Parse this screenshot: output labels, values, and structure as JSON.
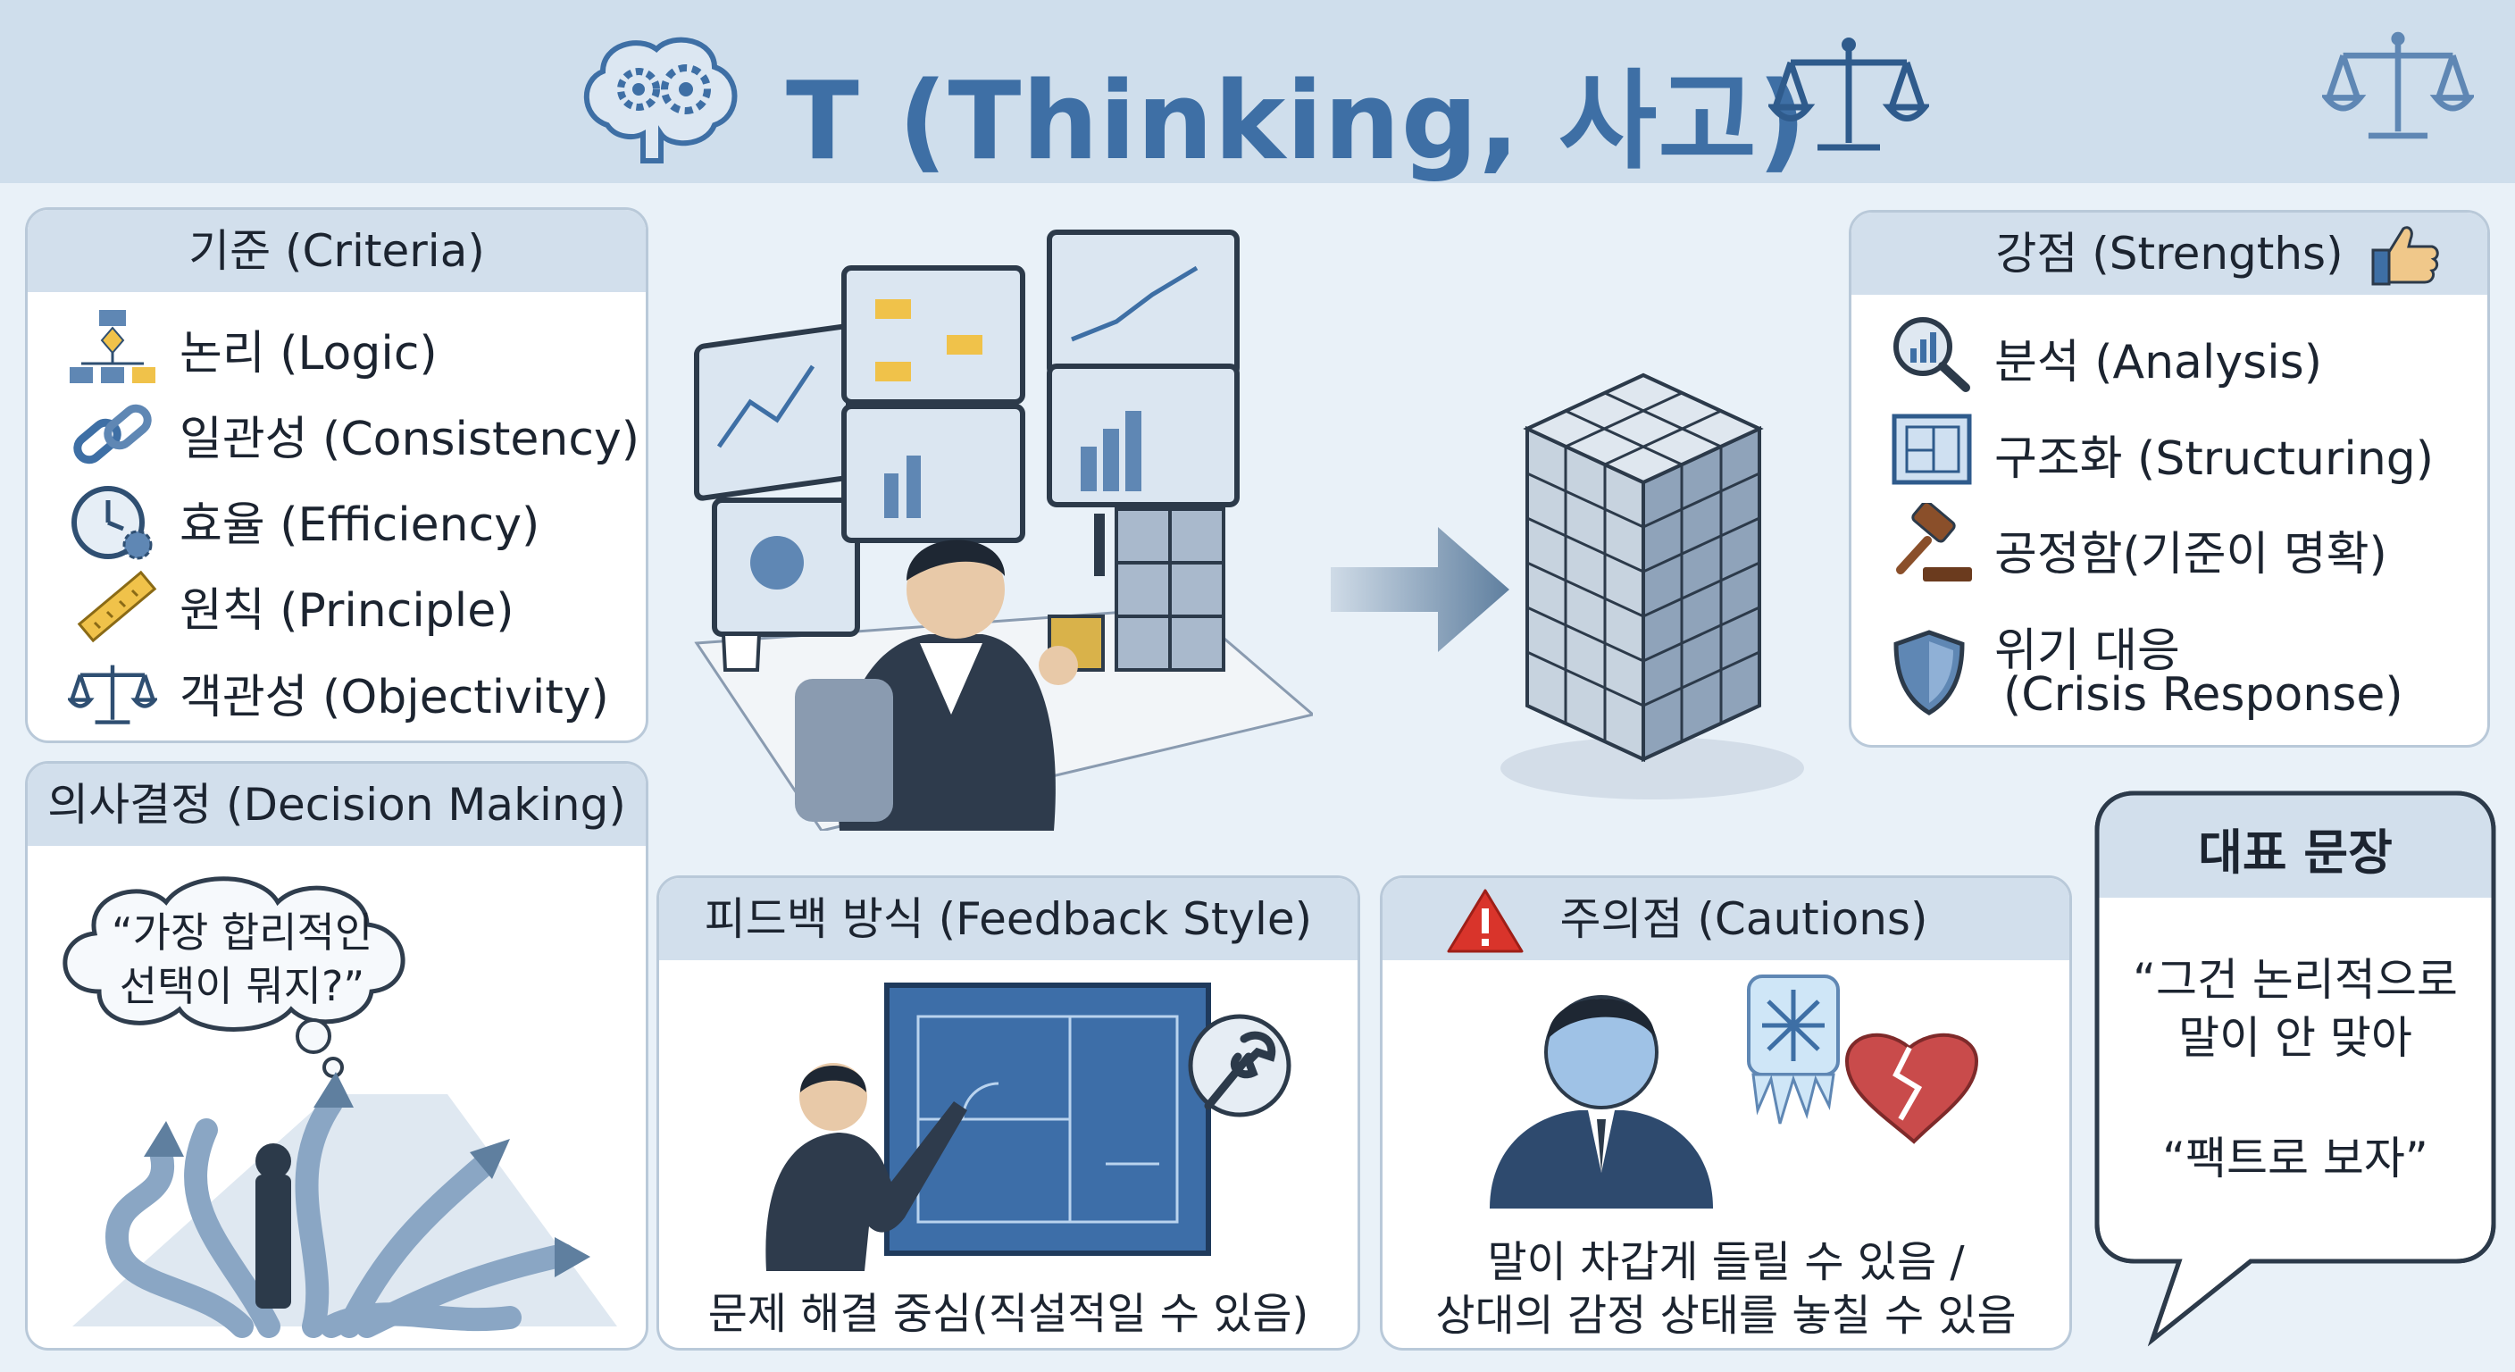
{
  "title": "T (Thinking, 사고)",
  "criteria": {
    "header": "기준 (Criteria)",
    "items": [
      {
        "label": "논리 (Logic)",
        "icon": "flowchart-icon"
      },
      {
        "label": "일관성 (Consistency)",
        "icon": "chain-link-icon"
      },
      {
        "label": "효율 (Efficiency)",
        "icon": "clock-gear-icon"
      },
      {
        "label": "원칙 (Principle)",
        "icon": "ruler-icon"
      },
      {
        "label": "객관성 (Objectivity)",
        "icon": "scale-icon"
      }
    ]
  },
  "decision": {
    "header": "의사결정 (Decision Making)",
    "quote_lines": [
      "“가장 합리적인",
      "선택이 뭐지?”"
    ]
  },
  "strengths": {
    "header": "강점 (Strengths)",
    "items": [
      {
        "label": "분석 (Analysis)",
        "icon": "magnifier-chart-icon"
      },
      {
        "label": "구조화 (Structuring)",
        "icon": "blueprint-icon"
      },
      {
        "label": "공정함(기준이 명확)",
        "icon": "gavel-icon"
      },
      {
        "label": "위기 대응",
        "label2": "(Crisis Response)",
        "icon": "shield-icon"
      }
    ]
  },
  "feedback": {
    "header": "피드백 방식 (Feedback Style)",
    "caption": "문제 해결 중심(직설적일 수 있음)"
  },
  "cautions": {
    "header": "주의점 (Cautions)",
    "caption_lines": [
      "말이 차갑게 들릴 수 있음 /",
      "상대의 감정 상태를 놓칠 수 있음"
    ]
  },
  "representative": {
    "header": "대표 문장",
    "quote1_lines": [
      "“그건 논리적으로",
      "말이 안 맞아"
    ],
    "quote2": "“팩트로 보자”"
  },
  "colors": {
    "accent": "#3e6fa5",
    "panel_header": "#d2dfec",
    "border": "#b9c9d9",
    "warning": "#d9342b",
    "heart": "#c94b4b"
  }
}
